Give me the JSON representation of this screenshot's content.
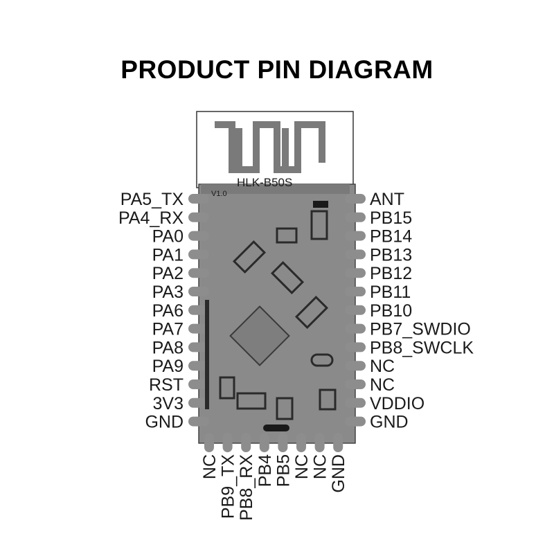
{
  "title": "PRODUCT PIN DIAGRAM",
  "module": {
    "name": "HLK-B50S",
    "version": "V1.0"
  },
  "left_pins": [
    "PA5_TX",
    "PA4_RX",
    "PA0",
    "PA1",
    "PA2",
    "PA3",
    "PA6",
    "PA7",
    "PA8",
    "PA9",
    "RST",
    "3V3",
    "GND"
  ],
  "right_pins": [
    "ANT",
    "PB15",
    "PB14",
    "PB13",
    "PB12",
    "PB11",
    "PB10",
    "PB7_SWDIO",
    "PB8_SWCLK",
    "NC",
    "NC",
    "VDDIO",
    "GND"
  ],
  "bottom_pins": [
    "NC",
    "PB9_TX",
    "PB8_RX",
    "PB4",
    "PB5",
    "NC",
    "NC",
    "GND"
  ],
  "colors": {
    "board": "#8a8a8a",
    "pad": "#8d8d8d",
    "trace": "#2a2a2a",
    "text": "#1a1a1a"
  }
}
